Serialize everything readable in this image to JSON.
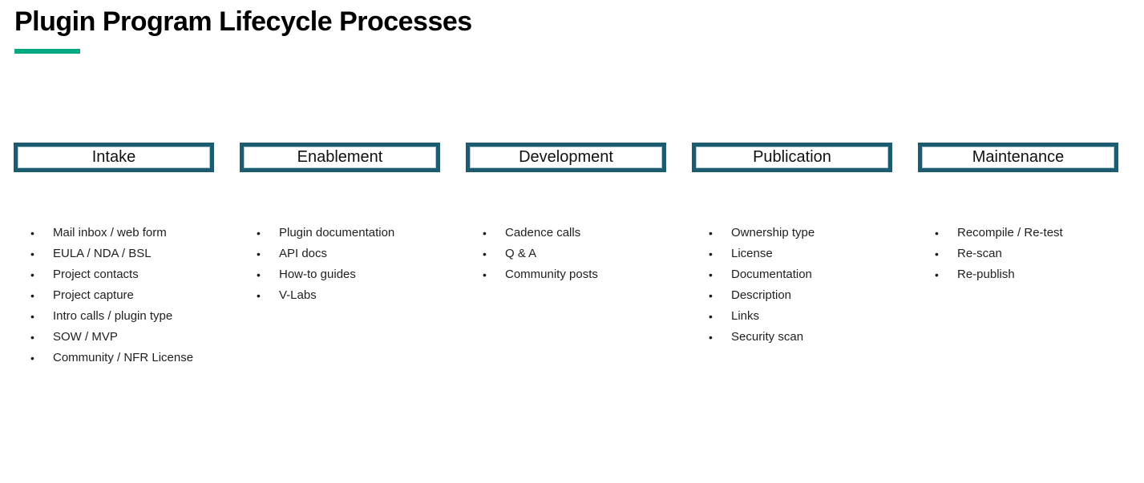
{
  "header": {
    "title": "Plugin Program Lifecycle Processes"
  },
  "colors": {
    "accent_green": "#01a982",
    "stage_border_teal": "#1d5c70",
    "text": "#1f1f1f"
  },
  "columns": [
    {
      "title": "Intake",
      "items": [
        "Mail inbox / web form",
        "EULA / NDA / BSL",
        "Project contacts",
        "Project capture",
        "Intro calls / plugin type",
        "SOW / MVP",
        "Community / NFR License"
      ]
    },
    {
      "title": "Enablement",
      "items": [
        "Plugin documentation",
        "API docs",
        "How-to guides",
        "V-Labs"
      ]
    },
    {
      "title": "Development",
      "items": [
        "Cadence calls",
        "Q & A",
        "Community posts"
      ]
    },
    {
      "title": "Publication",
      "items": [
        "Ownership type",
        "License",
        "Documentation",
        "Description",
        "Links",
        "Security scan"
      ]
    },
    {
      "title": "Maintenance",
      "items": [
        "Recompile / Re-test",
        "Re-scan",
        "Re-publish"
      ]
    }
  ]
}
